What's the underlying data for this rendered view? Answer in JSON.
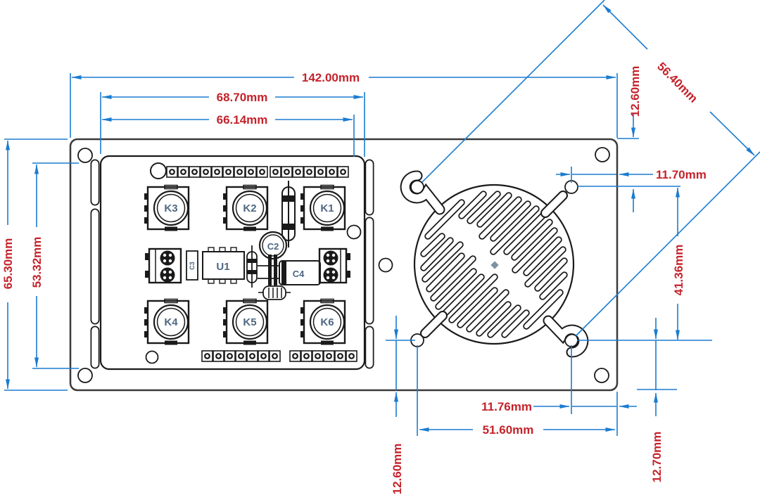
{
  "title": "pcb-panel-dimension-drawing",
  "dimensions": {
    "total_width": "142.00mm",
    "header_span_outer": "68.70mm",
    "header_span_inner": "66.14mm",
    "grille_hole_diagonal": "56.40mm",
    "top_right_inset": "12.60mm",
    "grille_hole_right_inset": "11.70mm",
    "total_height": "65.30mm",
    "module_height": "53.32mm",
    "grille_hole_vertical_span": "41.36mm",
    "grille_hole_bottom_right_inset": "11.76mm",
    "grille_hole_bottom_span": "51.60mm",
    "grille_hole_bottom_inset": "12.60mm",
    "board_bottom_right_inset": "12.70mm"
  },
  "components": {
    "k1": "K1",
    "k2": "K2",
    "k3": "K3",
    "k4": "K4",
    "k5": "K5",
    "k6": "K6",
    "u1": "U1",
    "c2": "C2",
    "c3": "C3",
    "c4": "C4"
  },
  "colors": {
    "dimension_line": "#1b7cd0",
    "dimension_text": "#c4232b",
    "outline": "#1a1a1a",
    "component_label": "#4e6782"
  }
}
